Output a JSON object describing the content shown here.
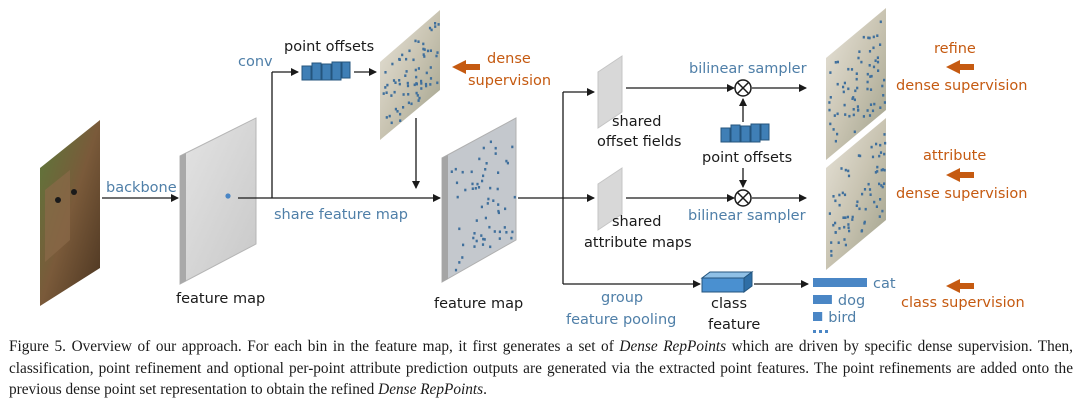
{
  "labels": {
    "backbone": "backbone",
    "feature_map_1": "feature map",
    "conv": "conv",
    "point_offsets_top": "point offsets",
    "share_feature_map": "share feature map",
    "feature_map_2": "feature map",
    "shared_offset_fields_1": "shared",
    "shared_offset_fields_2": "offset fields",
    "shared_attribute_maps_1": "shared",
    "shared_attribute_maps_2": "attribute maps",
    "bilinear_sampler_top": "bilinear sampler",
    "bilinear_sampler_bottom": "bilinear sampler",
    "point_offsets_mid": "point offsets",
    "group_feature_pooling_1": "group",
    "group_feature_pooling_2": "feature pooling",
    "class_feature_1": "class",
    "class_feature_2": "feature",
    "dense_supervision_top_1": "dense",
    "dense_supervision_top_2": "supervision",
    "refine": "refine",
    "refine_supervision": "dense supervision",
    "attribute": "attribute",
    "attribute_supervision": "dense supervision",
    "class_supervision": "class supervision",
    "cat": "cat",
    "dog": "dog",
    "bird": "bird"
  },
  "colors": {
    "blue_text": "#4f7fa8",
    "orange_text": "#c55a11",
    "arrow": "#1a1a1a",
    "supervision_arrow": "#c55a11",
    "bar": "#4a86c5"
  },
  "class_scores": [
    {
      "label": "cat",
      "value": 1.0
    },
    {
      "label": "dog",
      "value": 0.35
    },
    {
      "label": "bird",
      "value": 0.17
    }
  ],
  "caption": {
    "p1": "Figure 5. Overview of our approach. For each bin in the feature map, it first generates a set of ",
    "i1": "Dense RepPoints",
    "p2": " which are driven by specific dense supervision. Then, classification, point refinement and optional per-point attribute prediction outputs are generated via the extracted point features. The point refinements are added onto the previous dense point set representation to obtain the refined ",
    "i2": "Dense RepPoints",
    "p3": "."
  }
}
